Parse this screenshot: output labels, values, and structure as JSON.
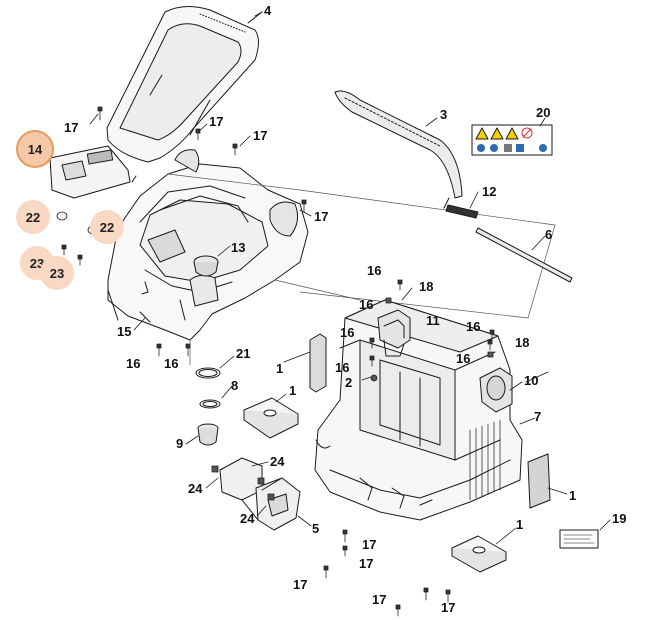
{
  "colors": {
    "line": "#1a1a1a",
    "shade": "#d8d8d8",
    "badge_fill": "#fad9c4",
    "badge_outline": "#e89a5e",
    "badge_outline_fill": "#f5c9a8"
  },
  "callouts": [
    {
      "id": "c4",
      "text": "4"
    },
    {
      "id": "c3",
      "text": "3"
    },
    {
      "id": "c20",
      "text": "20"
    },
    {
      "id": "c12",
      "text": "12"
    },
    {
      "id": "c6",
      "text": "6"
    },
    {
      "id": "c17a",
      "text": "17"
    },
    {
      "id": "c17b",
      "text": "17"
    },
    {
      "id": "c17c",
      "text": "17"
    },
    {
      "id": "c17d",
      "text": "17"
    },
    {
      "id": "c13",
      "text": "13"
    },
    {
      "id": "c15",
      "text": "15"
    },
    {
      "id": "c16a",
      "text": "16"
    },
    {
      "id": "c16b",
      "text": "16"
    },
    {
      "id": "c21",
      "text": "21"
    },
    {
      "id": "c1a",
      "text": "1"
    },
    {
      "id": "c8",
      "text": "8"
    },
    {
      "id": "c1b",
      "text": "1"
    },
    {
      "id": "c9",
      "text": "9"
    },
    {
      "id": "c24a",
      "text": "24"
    },
    {
      "id": "c24b",
      "text": "24"
    },
    {
      "id": "c24c",
      "text": "24"
    },
    {
      "id": "c5",
      "text": "5"
    },
    {
      "id": "c16c",
      "text": "16"
    },
    {
      "id": "c18a",
      "text": "18"
    },
    {
      "id": "c16d",
      "text": "16"
    },
    {
      "id": "c11",
      "text": "11"
    },
    {
      "id": "c16e",
      "text": "16"
    },
    {
      "id": "c16f",
      "text": "16"
    },
    {
      "id": "c2",
      "text": "2"
    },
    {
      "id": "c16g",
      "text": "16"
    },
    {
      "id": "c16h",
      "text": "16"
    },
    {
      "id": "c18b",
      "text": "18"
    },
    {
      "id": "c10",
      "text": "10"
    },
    {
      "id": "c7",
      "text": "7"
    },
    {
      "id": "c1c",
      "text": "1"
    },
    {
      "id": "c19",
      "text": "19"
    },
    {
      "id": "c1d",
      "text": "1"
    },
    {
      "id": "c17e",
      "text": "17"
    },
    {
      "id": "c17f",
      "text": "17"
    },
    {
      "id": "c17g",
      "text": "17"
    },
    {
      "id": "c17h",
      "text": "17"
    },
    {
      "id": "c17i",
      "text": "17"
    }
  ],
  "highlighted": [
    {
      "id": "b14",
      "text": "14",
      "style": "outline"
    },
    {
      "id": "b22a",
      "text": "22",
      "style": "filled"
    },
    {
      "id": "b22b",
      "text": "22",
      "style": "filled"
    },
    {
      "id": "b23a",
      "text": "23",
      "style": "filled"
    },
    {
      "id": "b23b",
      "text": "23",
      "style": "filled"
    }
  ]
}
